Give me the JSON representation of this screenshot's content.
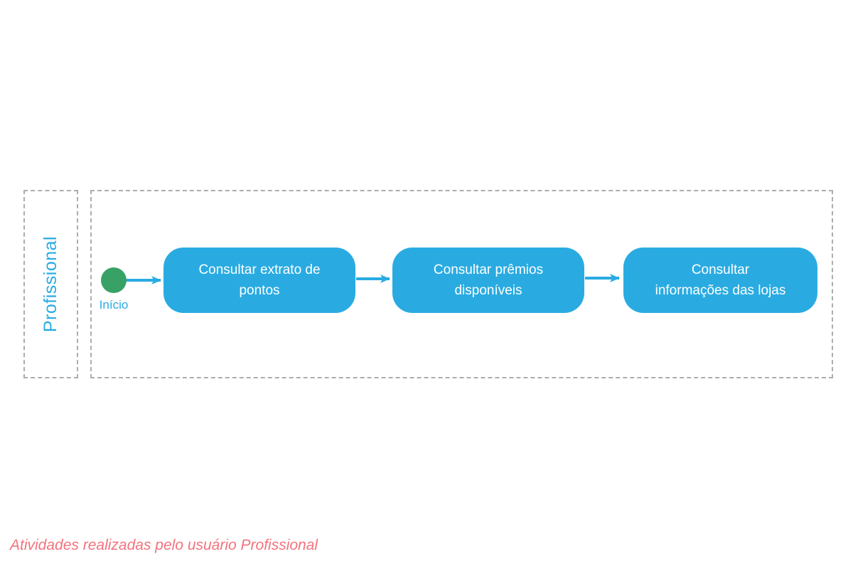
{
  "diagram": {
    "swimlane_label": "Profissional",
    "start_node": {
      "label": "Início"
    },
    "activities": [
      {
        "label": "Consultar extrato de pontos",
        "lines": [
          "Consultar extrato de",
          "pontos"
        ]
      },
      {
        "label": "Consultar prêmios disponíveis",
        "lines": [
          "Consultar prêmios",
          "disponíveis"
        ]
      },
      {
        "label": "Consultar informações das lojas",
        "lines": [
          "Consultar",
          "informações das lojas"
        ]
      }
    ],
    "caption": "Atividades realizadas pelo usuário Profissional"
  },
  "colors": {
    "activity_fill": "#29ABE2",
    "activity_text": "#FFFFFF",
    "start_fill": "#38A266",
    "arrow": "#29ABE2",
    "lane_label": "#29ABE2",
    "caption": "#F2737E",
    "lane_border": "#ADADAD"
  }
}
